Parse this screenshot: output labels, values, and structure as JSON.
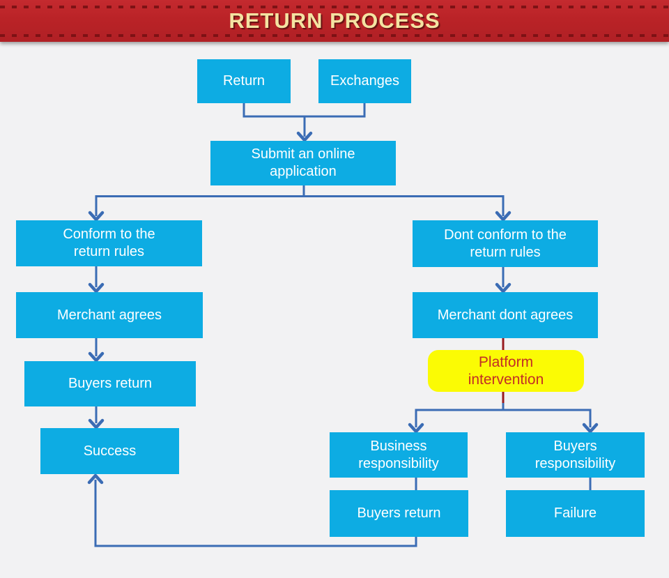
{
  "header": {
    "title": "RETURN PROCESS",
    "banner_color": "#ba2327",
    "dash_color": "#7d1215",
    "title_color": "#f4e3a2"
  },
  "colors": {
    "background": "#f2f2f3",
    "node_fill": "#0dace3",
    "node_text": "#ffffff",
    "connector_blue": "#3b6cb4",
    "connector_red": "#971b20",
    "highlight_fill": "#fbfb04",
    "highlight_text": "#c22e26"
  },
  "flowchart": {
    "nodes": [
      {
        "id": "return",
        "label": "Return",
        "type": "process"
      },
      {
        "id": "exchanges",
        "label": "Exchanges",
        "type": "process"
      },
      {
        "id": "submit",
        "label": "Submit an online\napplication",
        "type": "process"
      },
      {
        "id": "conform",
        "label": "Conform to the\nreturn rules",
        "type": "process"
      },
      {
        "id": "dont_conform",
        "label": "Dont conform to the\nreturn rules",
        "type": "process"
      },
      {
        "id": "merchant_agrees",
        "label": "Merchant agrees",
        "type": "process"
      },
      {
        "id": "merchant_dont_agrees",
        "label": "Merchant dont agrees",
        "type": "process"
      },
      {
        "id": "platform_intervention",
        "label": "Platform\nintervention",
        "type": "highlight"
      },
      {
        "id": "buyers_return_left",
        "label": "Buyers return",
        "type": "process"
      },
      {
        "id": "success",
        "label": "Success",
        "type": "process"
      },
      {
        "id": "business_responsibility",
        "label": "Business\nresponsibility",
        "type": "process"
      },
      {
        "id": "buyers_responsibility",
        "label": "Buyers\nresponsibility",
        "type": "process"
      },
      {
        "id": "buyers_return_right",
        "label": "Buyers return",
        "type": "process"
      },
      {
        "id": "failure",
        "label": "Failure",
        "type": "process"
      }
    ],
    "edges": [
      {
        "from": "return",
        "to": "submit",
        "color": "blue"
      },
      {
        "from": "exchanges",
        "to": "submit",
        "color": "blue"
      },
      {
        "from": "submit",
        "to": "conform",
        "color": "blue"
      },
      {
        "from": "submit",
        "to": "dont_conform",
        "color": "blue"
      },
      {
        "from": "conform",
        "to": "merchant_agrees",
        "color": "blue"
      },
      {
        "from": "merchant_agrees",
        "to": "buyers_return_left",
        "color": "blue"
      },
      {
        "from": "buyers_return_left",
        "to": "success",
        "color": "blue"
      },
      {
        "from": "dont_conform",
        "to": "merchant_dont_agrees",
        "color": "blue"
      },
      {
        "from": "merchant_dont_agrees",
        "to": "platform_intervention",
        "color": "red"
      },
      {
        "from": "platform_intervention",
        "to": "business_responsibility",
        "color": "blue"
      },
      {
        "from": "platform_intervention",
        "to": "buyers_responsibility",
        "color": "blue"
      },
      {
        "from": "business_responsibility",
        "to": "buyers_return_right",
        "color": "blue"
      },
      {
        "from": "buyers_responsibility",
        "to": "failure",
        "color": "blue"
      },
      {
        "from": "buyers_return_right",
        "to": "success",
        "color": "blue"
      }
    ]
  }
}
